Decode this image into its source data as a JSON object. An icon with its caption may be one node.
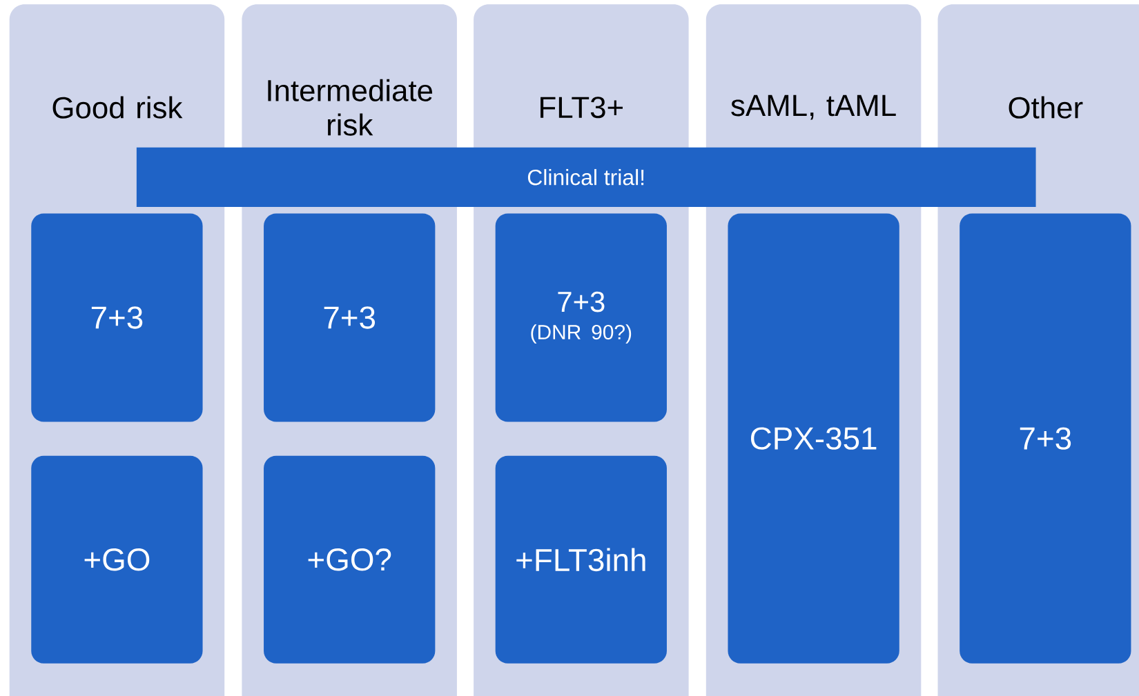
{
  "diagram": {
    "nodes": [
      {
        "text": [
          "Good risk"
        ]
      },
      {
        "text": [
          "Intermediate risk"
        ]
      },
      {
        "text": [
          "FLT3+"
        ]
      },
      {
        "text": [
          "sAML, tAML"
        ]
      },
      {
        "text": [
          "Other"
        ]
      },
      {
        "text": [
          "Clinical trial!"
        ]
      },
      {
        "text": [
          "7+3"
        ],
        "in": 0
      },
      {
        "text": [
          "+GO"
        ],
        "in": 0
      },
      {
        "text": [
          "7+3"
        ],
        "in": 1
      },
      {
        "text": [
          "+GO?"
        ],
        "in": 1
      },
      {
        "text": [
          "7+3",
          "(DNR 90?)"
        ],
        "in": 2
      },
      {
        "text": [
          "+FLT3inh"
        ],
        "in": 2
      },
      {
        "text": [
          "CPX-351"
        ],
        "in": 3
      },
      {
        "text": [
          "7+3"
        ],
        "in": 4
      }
    ]
  }
}
